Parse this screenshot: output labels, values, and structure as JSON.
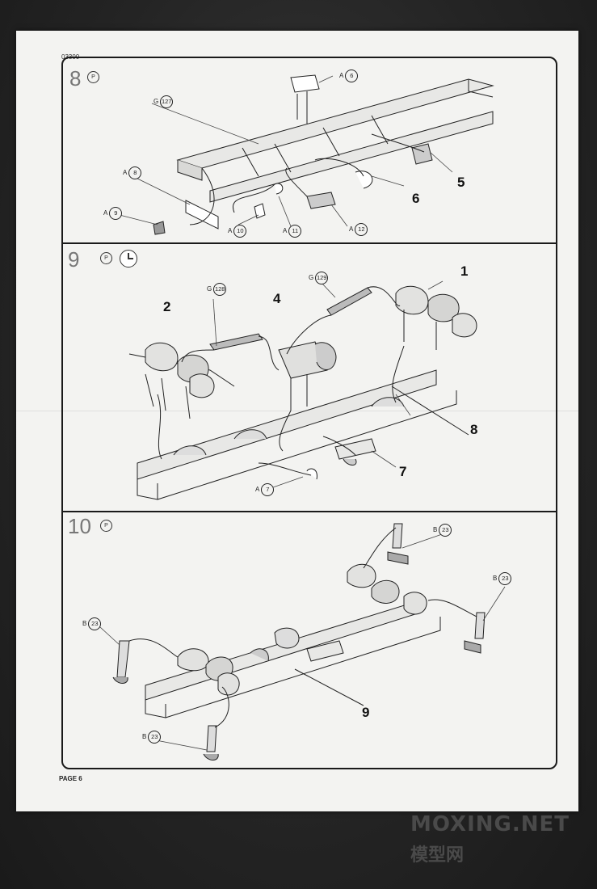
{
  "document": {
    "code": "03300",
    "page_label": "PAGE 6"
  },
  "steps": [
    {
      "number": "8",
      "icon": "paint-icon",
      "callouts": [
        {
          "sprue": "A",
          "part": "6"
        },
        {
          "sprue": "G",
          "part": "127"
        },
        {
          "sprue": "A",
          "part": "8"
        },
        {
          "sprue": "A",
          "part": "9"
        },
        {
          "sprue": "A",
          "part": "10"
        },
        {
          "sprue": "A",
          "part": "11"
        },
        {
          "sprue": "A",
          "part": "12"
        }
      ],
      "sub_numbers": [
        "5",
        "6"
      ]
    },
    {
      "number": "9",
      "icon": "paint-icon",
      "extra_icon": "clock-icon",
      "callouts": [
        {
          "sprue": "G",
          "part": "128"
        },
        {
          "sprue": "G",
          "part": "129"
        },
        {
          "sprue": "A",
          "part": "7"
        }
      ],
      "sub_numbers": [
        "1",
        "2",
        "4",
        "8",
        "7"
      ]
    },
    {
      "number": "10",
      "icon": "paint-icon",
      "callouts": [
        {
          "sprue": "B",
          "part": "23"
        },
        {
          "sprue": "B",
          "part": "23"
        },
        {
          "sprue": "B",
          "part": "23"
        },
        {
          "sprue": "B",
          "part": "23"
        }
      ],
      "sub_numbers": [
        "9"
      ]
    }
  ],
  "watermark": {
    "main": "MOXING.NET",
    "sub": "模型网"
  }
}
